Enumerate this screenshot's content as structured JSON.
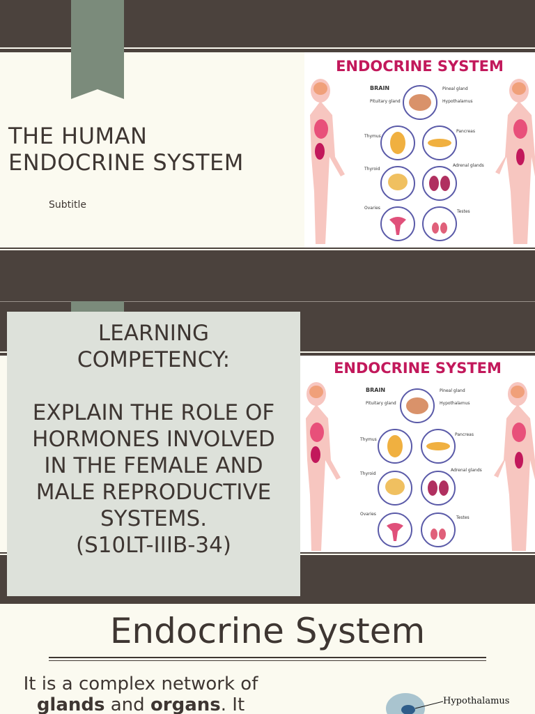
{
  "slide1": {
    "title_line1": "THE HUMAN",
    "title_line2": "ENDOCRINE SYSTEM",
    "subtitle": "Subtitle"
  },
  "infographic": {
    "title": "ENDOCRINE SYSTEM",
    "labels": {
      "brain": "BRAIN",
      "pineal": "Pineal gland",
      "pituitary": "Pituitary gland",
      "hypothalamus": "Hypothalamus",
      "thymus": "Thymus",
      "pancreas": "Pancreas",
      "thyroid": "Thyroid",
      "adrenal": "Adrenal glands",
      "ovaries": "Ovaries",
      "testes": "Testes"
    }
  },
  "slide2": {
    "lines": [
      "LEARNING",
      "COMPETENCY:",
      "",
      "EXPLAIN THE ROLE OF",
      "HORMONES INVOLVED",
      "IN THE FEMALE AND",
      "MALE REPRODUCTIVE",
      "SYSTEMS.",
      "(S10LT-IIIB-34)"
    ]
  },
  "slide3": {
    "title": "Endocrine System",
    "text_part1": "It is a complex network of ",
    "text_bold1": "glands",
    "text_part2": " and ",
    "text_bold2": "organs",
    "text_part3": ". It",
    "hypothalamus_label": "Hypothalamus"
  },
  "colors": {
    "band": "#4b423d",
    "cream": "#fbfaf0",
    "ribbon": "#7b8b7b",
    "box": "#dde1da",
    "accent": "#c2185b"
  }
}
